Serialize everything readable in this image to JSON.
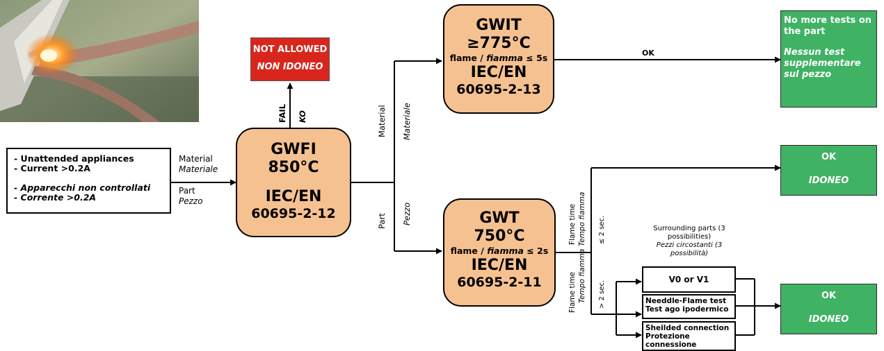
{
  "photo": {
    "icon": "glow-wire-test-photo"
  },
  "input_box": {
    "line1": "- Unattended appliances",
    "line2": "- Current >0.2A",
    "line3": "- Apparecchi non controllati",
    "line4": "- Corrente >0.2A"
  },
  "labels": {
    "material": "Material",
    "materiale": "Materiale",
    "part": "Part",
    "pezzo": "Pezzo",
    "fail": "FAIL",
    "ko": "KO",
    "ok": "OK",
    "flame_time": "Flame time",
    "tempo_fiamma": "Tempo fiamma",
    "le2": "≤ 2 sec.",
    "gt2": "> 2 sec."
  },
  "gwfi": {
    "l1": "GWFI",
    "l2": "850°C",
    "l3": "IEC/EN",
    "l4": "60695-2-12"
  },
  "gwit": {
    "l1": "GWIT",
    "l2": "≥775°C",
    "flame_a": "flame / ",
    "flame_b": "fiamma",
    "flame_c": " ≤ 5s",
    "l3": "IEC/EN",
    "l4": "60695-2-13"
  },
  "gwt": {
    "l1": "GWT",
    "l2": "750°C",
    "flame_a": "flame / ",
    "flame_b": "fiamma",
    "flame_c": " ≤ 2s",
    "l3": "IEC/EN",
    "l4": "60695-2-11"
  },
  "not_allowed": {
    "l1": "NOT ALLOWED",
    "l2": "NON IDONEO"
  },
  "no_more_tests": {
    "l1": "No more tests on",
    "l2": "the part",
    "l3": "Nessun test",
    "l4": "supplementare",
    "l5": "sul pezzo"
  },
  "ok1": {
    "l1": "OK",
    "l2": "IDONEO"
  },
  "ok2": {
    "l1": "OK",
    "l2": "IDONEO"
  },
  "surrounding": {
    "l1": "Surrounding parts (3",
    "l2": "possibilities)",
    "l3": "Pezzi circostanti (3",
    "l4": "possibilità)"
  },
  "options": {
    "v0": "V0 or V1",
    "needle_1": "Needdle-Flame test",
    "needle_2": "Test ago ipodermico",
    "shield_1": "Sheilded connection",
    "shield_2": "Protezione",
    "shield_3": "connessione"
  },
  "colors": {
    "peach": "#f6c191",
    "green": "#3fb264",
    "red": "#d9261c"
  }
}
